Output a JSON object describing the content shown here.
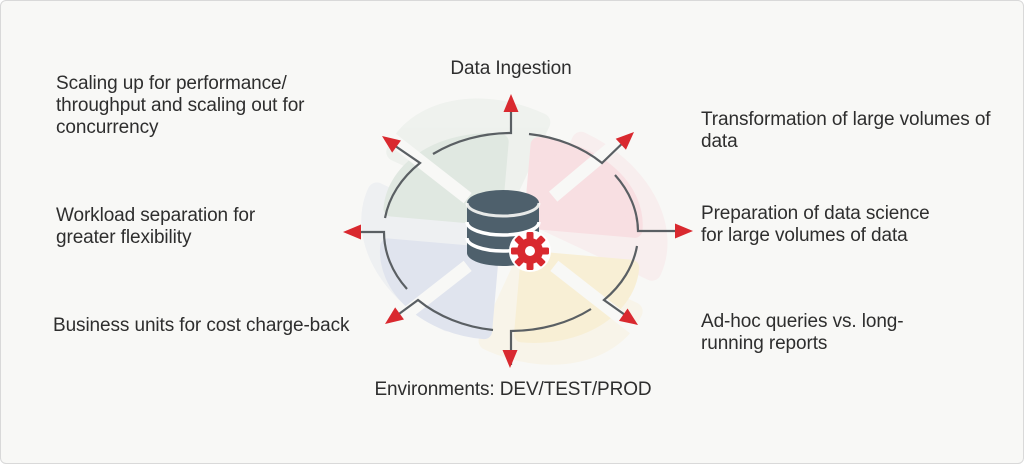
{
  "diagram": {
    "title": "Data Ingestion",
    "labels": {
      "top": "Data Ingestion",
      "top_left": "Scaling up for performance/ throughput and scaling out for concurrency",
      "left": "Workload separation for greater flexibility",
      "bottom_left": "Business units for cost charge-back",
      "bottom": "Environments: DEV/TEST/PROD",
      "top_right": "Transformation of large volumes of data",
      "right": "Preparation of data science for large volumes of data",
      "bottom_right": "Ad-hoc queries vs. long-running reports"
    },
    "center_icon": {
      "name": "database",
      "badge": "gear"
    },
    "colors": {
      "quadrant_green": "#e0e8e1",
      "quadrant_pink": "#f8dfe2",
      "quadrant_blue": "#e0e4ee",
      "quadrant_yellow": "#f8efd5",
      "arrow_red": "#d9292f",
      "outline_gray": "#5a5f63",
      "database_slate": "#4e606c",
      "text": "#2e2e2e"
    }
  }
}
